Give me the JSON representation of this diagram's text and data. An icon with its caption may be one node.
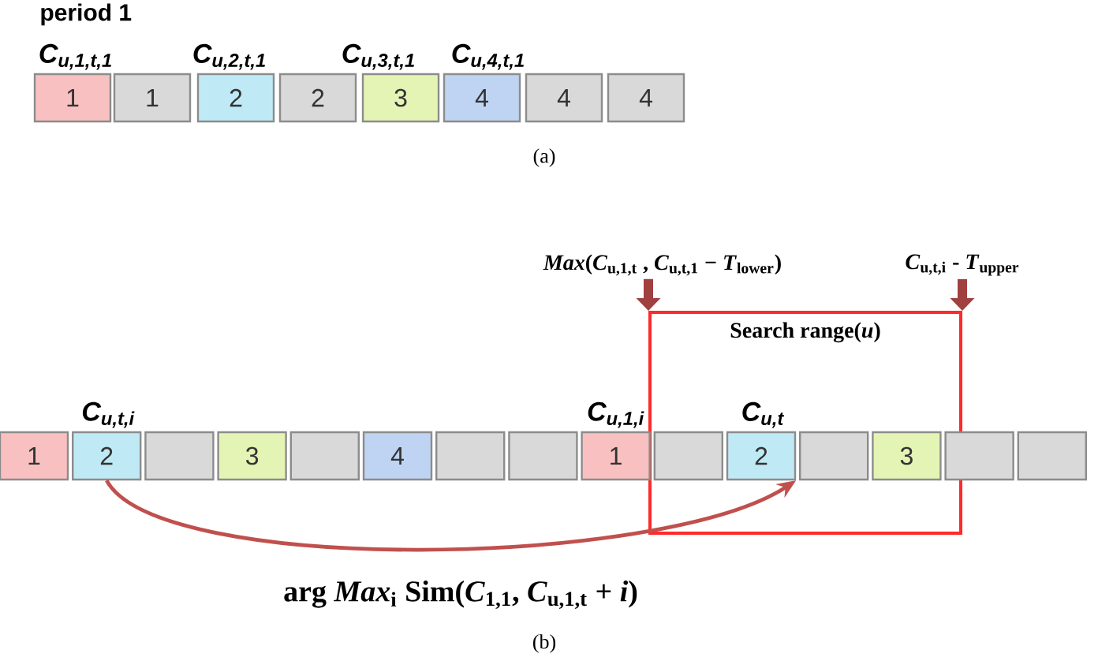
{
  "diagram": {
    "nodes": [
      {
        "text": [
          "1"
        ],
        "beside": [
          "C$_{u,1,t,1}$"
        ]
      },
      {
        "text": [
          "1"
        ]
      },
      {
        "text": [
          "2"
        ],
        "beside": [
          "C$_{u,2,t,1}$"
        ]
      },
      {
        "text": [
          "2"
        ]
      },
      {
        "text": [
          "3"
        ],
        "beside": [
          "C$_{u,3,t,1}$"
        ]
      },
      {
        "text": [
          "4"
        ],
        "beside": [
          "C$_{u,4,t,1}$"
        ]
      },
      {
        "text": [
          "4"
        ]
      },
      {
        "text": [
          "4"
        ]
      },
      {
        "text": [
          "*Max*(*C*$_{u,1,t}$ , *C*$_{u,t,1}$ − *T*$_{lower}$)"
        ]
      },
      {
        "text": [
          "*C*$_{u,t,i}$ - *T*$_{upper}$"
        ]
      },
      {
        "text": [
          "Search range(*u*)"
        ]
      },
      {
        "text": [
          "1"
        ]
      },
      {
        "text": [
          "2"
        ],
        "beside": [
          "C$_{u,t,i}$"
        ]
      },
      {
        "text": [],
        "shape": "box"
      },
      {
        "text": [
          "3"
        ]
      },
      {
        "text": [],
        "shape": "box"
      },
      {
        "text": [
          "4"
        ]
      },
      {
        "text": [],
        "shape": "box"
      },
      {
        "text": [],
        "shape": "box"
      },
      {
        "text": [
          "1"
        ],
        "beside": [
          "C$_{u,1,i}$"
        ]
      },
      {
        "text": [],
        "shape": "box",
        "in": 10
      },
      {
        "text": [
          "2"
        ],
        "beside": [
          "C$_{u,t}$"
        ],
        "in": 10
      },
      {
        "text": [],
        "shape": "box",
        "in": 10
      },
      {
        "text": [
          "3"
        ],
        "in": 10
      },
      {
        "text": [],
        "shape": "box"
      },
      {
        "text": [],
        "shape": "box"
      }
    ],
    "edges": [
      {
        "from": 12,
        "to": 21,
        "arrow": "to",
        "label": "arg *Max*$_{i}$ Sim(*C*$_{1,1}$, *C*$_{u,1,t}$ + *i*)"
      },
      {
        "from": 8,
        "to": 10,
        "arrow": "to"
      },
      {
        "from": 9,
        "to": 10,
        "arrow": "to"
      }
    ],
    "labels": [
      "period 1",
      "(a)",
      "(b)"
    ]
  }
}
